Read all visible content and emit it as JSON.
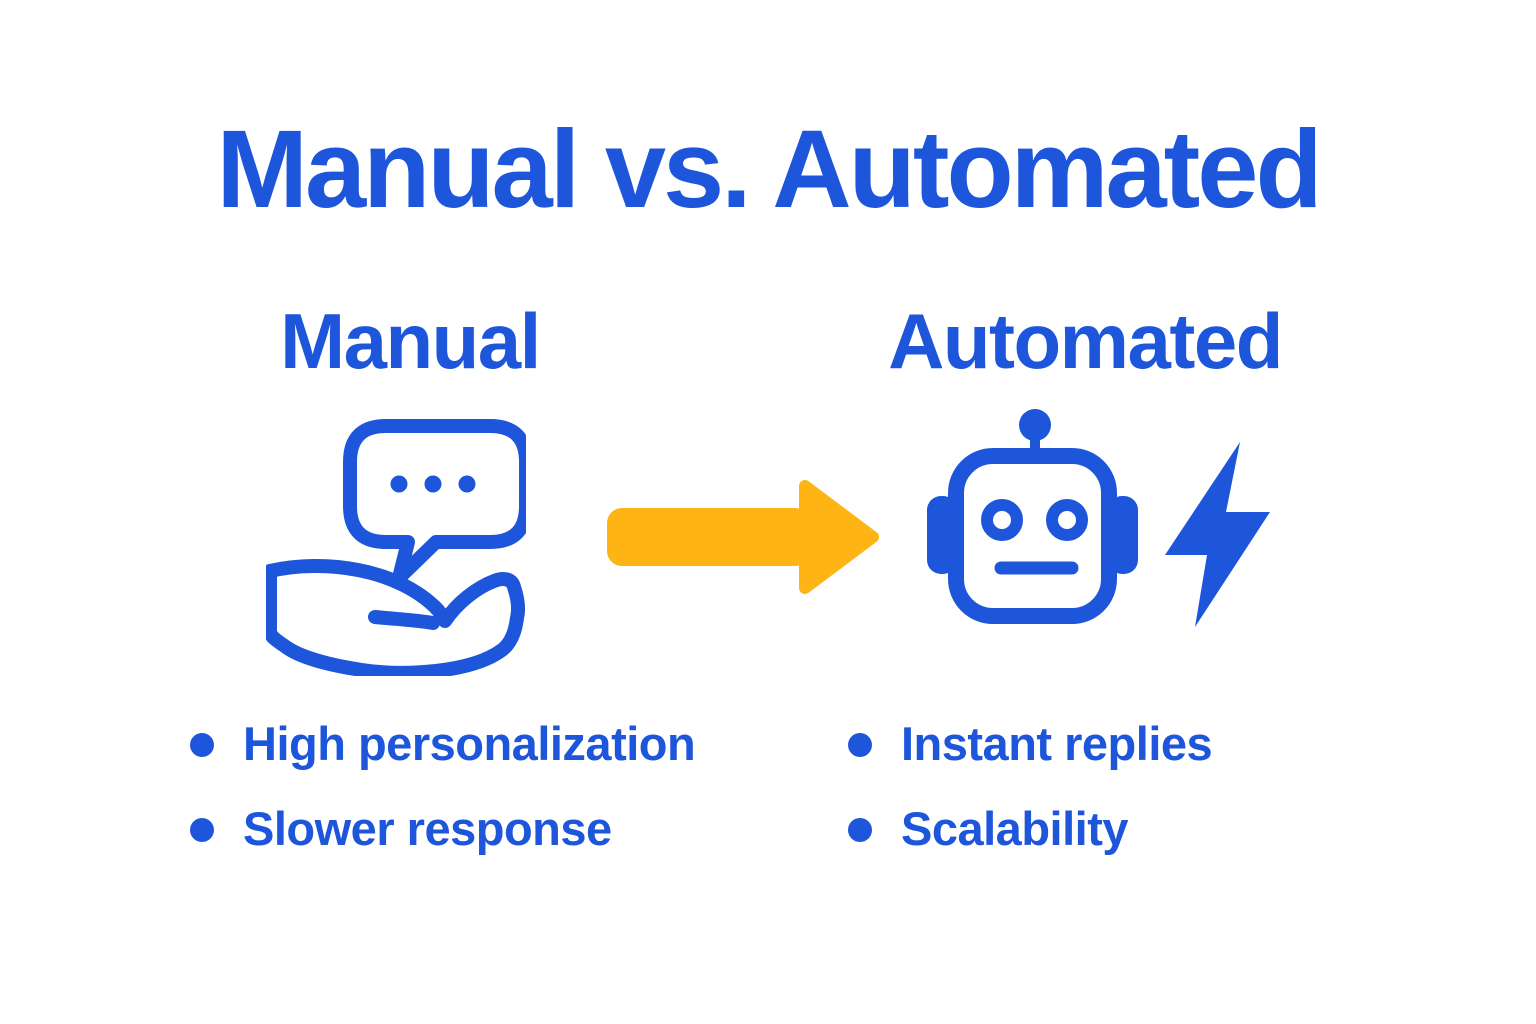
{
  "title": "Manual vs. Automated",
  "columns": {
    "manual": {
      "heading": "Manual",
      "icon": "speech-bubble-in-hand-icon",
      "bullets": [
        "High personalization",
        "Slower response"
      ]
    },
    "automated": {
      "heading": "Automated",
      "icon": "robot-icon",
      "secondary_icon": "lightning-bolt-icon",
      "bullets": [
        "Instant replies",
        "Scalability"
      ]
    }
  },
  "arrow": {
    "icon": "right-arrow-icon",
    "direction": "right"
  },
  "colors": {
    "blue": "#1d56db",
    "orange": "#fdb414",
    "background": "#ffffff"
  }
}
